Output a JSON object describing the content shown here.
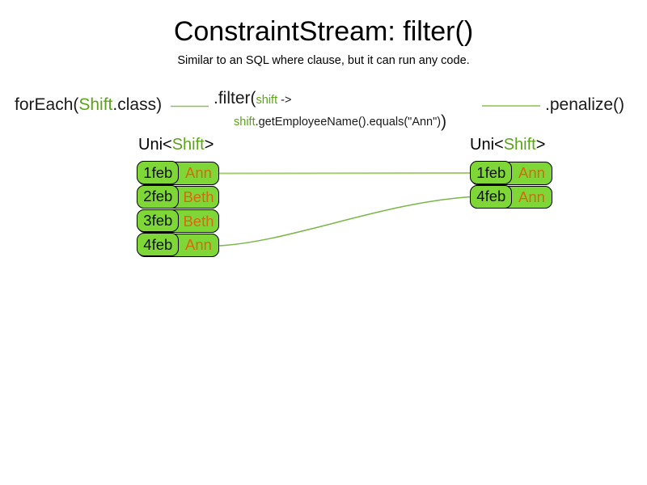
{
  "title": "ConstraintStream: filter()",
  "subtitle": "Similar to an SQL where clause, but it can run any code.",
  "flow": {
    "foreach": {
      "pre": "forEach(",
      "class_name": "Shift",
      "post": ".class)"
    },
    "filter": {
      "method": ".filter(",
      "lambda_param": "shift",
      "arrow": " ->",
      "body_param": "shift",
      "body_rest": ".getEmployeeName().equals(\"Ann\")",
      "close_paren": ")"
    },
    "penalize": ".penalize()"
  },
  "left_stream": {
    "type_label": {
      "pre": "Uni<",
      "type": "Shift",
      "post": ">"
    },
    "rows": [
      {
        "date": "1feb",
        "name": "Ann"
      },
      {
        "date": "2feb",
        "name": "Beth"
      },
      {
        "date": "3feb",
        "name": "Beth"
      },
      {
        "date": "4feb",
        "name": "Ann"
      }
    ]
  },
  "right_stream": {
    "type_label": {
      "pre": "Uni<",
      "type": "Shift",
      "post": ">"
    },
    "rows": [
      {
        "date": "1feb",
        "name": "Ann"
      },
      {
        "date": "4feb",
        "name": "Ann"
      }
    ]
  },
  "colors": {
    "card_green": "#7ed637",
    "code_green": "#5ba318",
    "employee_orange": "#d8690f",
    "connector_light_green": "#a5cd70",
    "connector_green": "#7ab648",
    "text_black": "#000000"
  }
}
